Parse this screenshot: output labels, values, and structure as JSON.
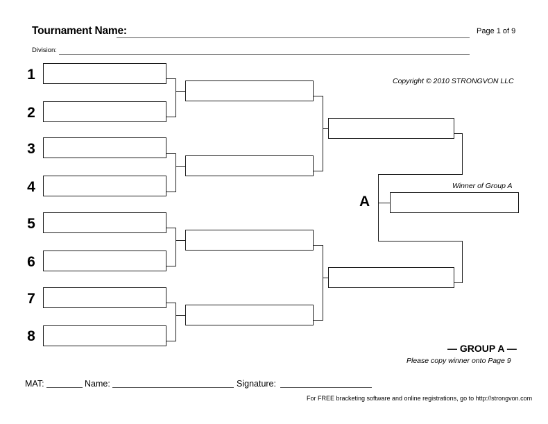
{
  "document": {
    "type": "single-elimination-bracket",
    "title_label": "Tournament Name:",
    "page_indicator": "Page 1 of 9",
    "division_label": "Division:",
    "copyright": "Copyright © 2010 STRONGVON LLC",
    "tournament_name_value": "",
    "division_value": ""
  },
  "bracket": {
    "size": 8,
    "group_letter": "A",
    "winner_caption": "Winner of Group A",
    "seeds": [
      {
        "number": "1",
        "value": ""
      },
      {
        "number": "2",
        "value": ""
      },
      {
        "number": "3",
        "value": ""
      },
      {
        "number": "4",
        "value": ""
      },
      {
        "number": "5",
        "value": ""
      },
      {
        "number": "6",
        "value": ""
      },
      {
        "number": "7",
        "value": ""
      },
      {
        "number": "8",
        "value": ""
      }
    ],
    "round2": [
      {
        "value": ""
      },
      {
        "value": ""
      },
      {
        "value": ""
      },
      {
        "value": ""
      }
    ],
    "round3": [
      {
        "value": ""
      },
      {
        "value": ""
      }
    ],
    "final": {
      "value": ""
    }
  },
  "footer": {
    "group_title": "— GROUP A —",
    "group_subtitle": "Please copy winner onto Page 9",
    "mat_label": "MAT:",
    "mat_value": "",
    "name_label": "Name:",
    "name_value": "",
    "signature_label": "Signature:",
    "signature_value": "",
    "promo": "For FREE bracketing software and online registrations, go to http://strongvon.com"
  },
  "colors": {
    "ink": "#1a1a1a",
    "rule": "#555555",
    "rule_light": "#8a8a8a",
    "paper": "#ffffff"
  }
}
